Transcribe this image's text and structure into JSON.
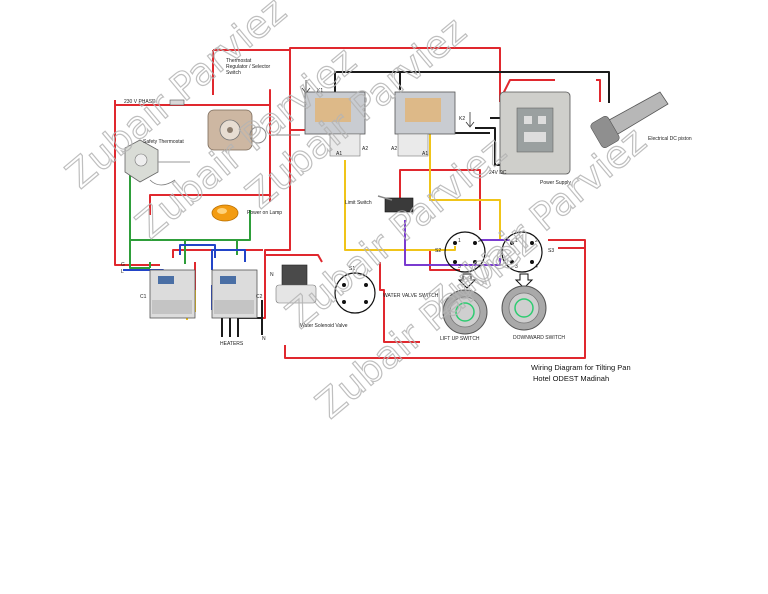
{
  "labels": {
    "supply": "230 V PHASE",
    "thermostat_switch": [
      "Thermostat",
      "Regulator / Selector",
      "Switch"
    ],
    "safety_thermostat": "Safety Thermostat",
    "power_lamp": "Power on Lamp",
    "relay_k1": "K1",
    "relay_k2": "K2",
    "relay_a1_left": "A1",
    "relay_a2_left": "A2",
    "relay_a2_right": "A2",
    "relay_a1_right": "A1",
    "psu_24v": "24V DC",
    "psu": "Power Supply",
    "piston": "Electrical DC piston",
    "limit_switch": "Limit Switch",
    "s1": "S1",
    "s2": "S2",
    "s3": "S3",
    "s2_terms": [
      "1",
      "2",
      "3",
      "4"
    ],
    "s3_terms": [
      "1",
      "2",
      "3",
      "4"
    ],
    "water_valve_switch": "WATER VALVE SWITCH",
    "water_solenoid": "Water Solenoid Valve",
    "lift_up": "LIFT UP SWITCH",
    "downward": "DOWNWARD SWITCH",
    "c1": "C1",
    "c2": "C2",
    "heaters": "HEATERS",
    "g": "G",
    "l": "L",
    "n": "N",
    "n_valve": "N",
    "title_line1": "Wiring Diagram for Tilting Pan",
    "title_line2": "Hotel ODEST Madinah"
  },
  "watermark": "Zubair Parviez",
  "colors": {
    "live": "#e0282e",
    "neutral": "#1b1b1b",
    "earth": "#2e9e3a",
    "blue": "#2244c8",
    "yellow": "#f0c419",
    "purple": "#7a3bd0",
    "lamp": "#f39c12"
  },
  "icons": [
    "arrow-down-icon",
    "arrow-down-icon"
  ]
}
